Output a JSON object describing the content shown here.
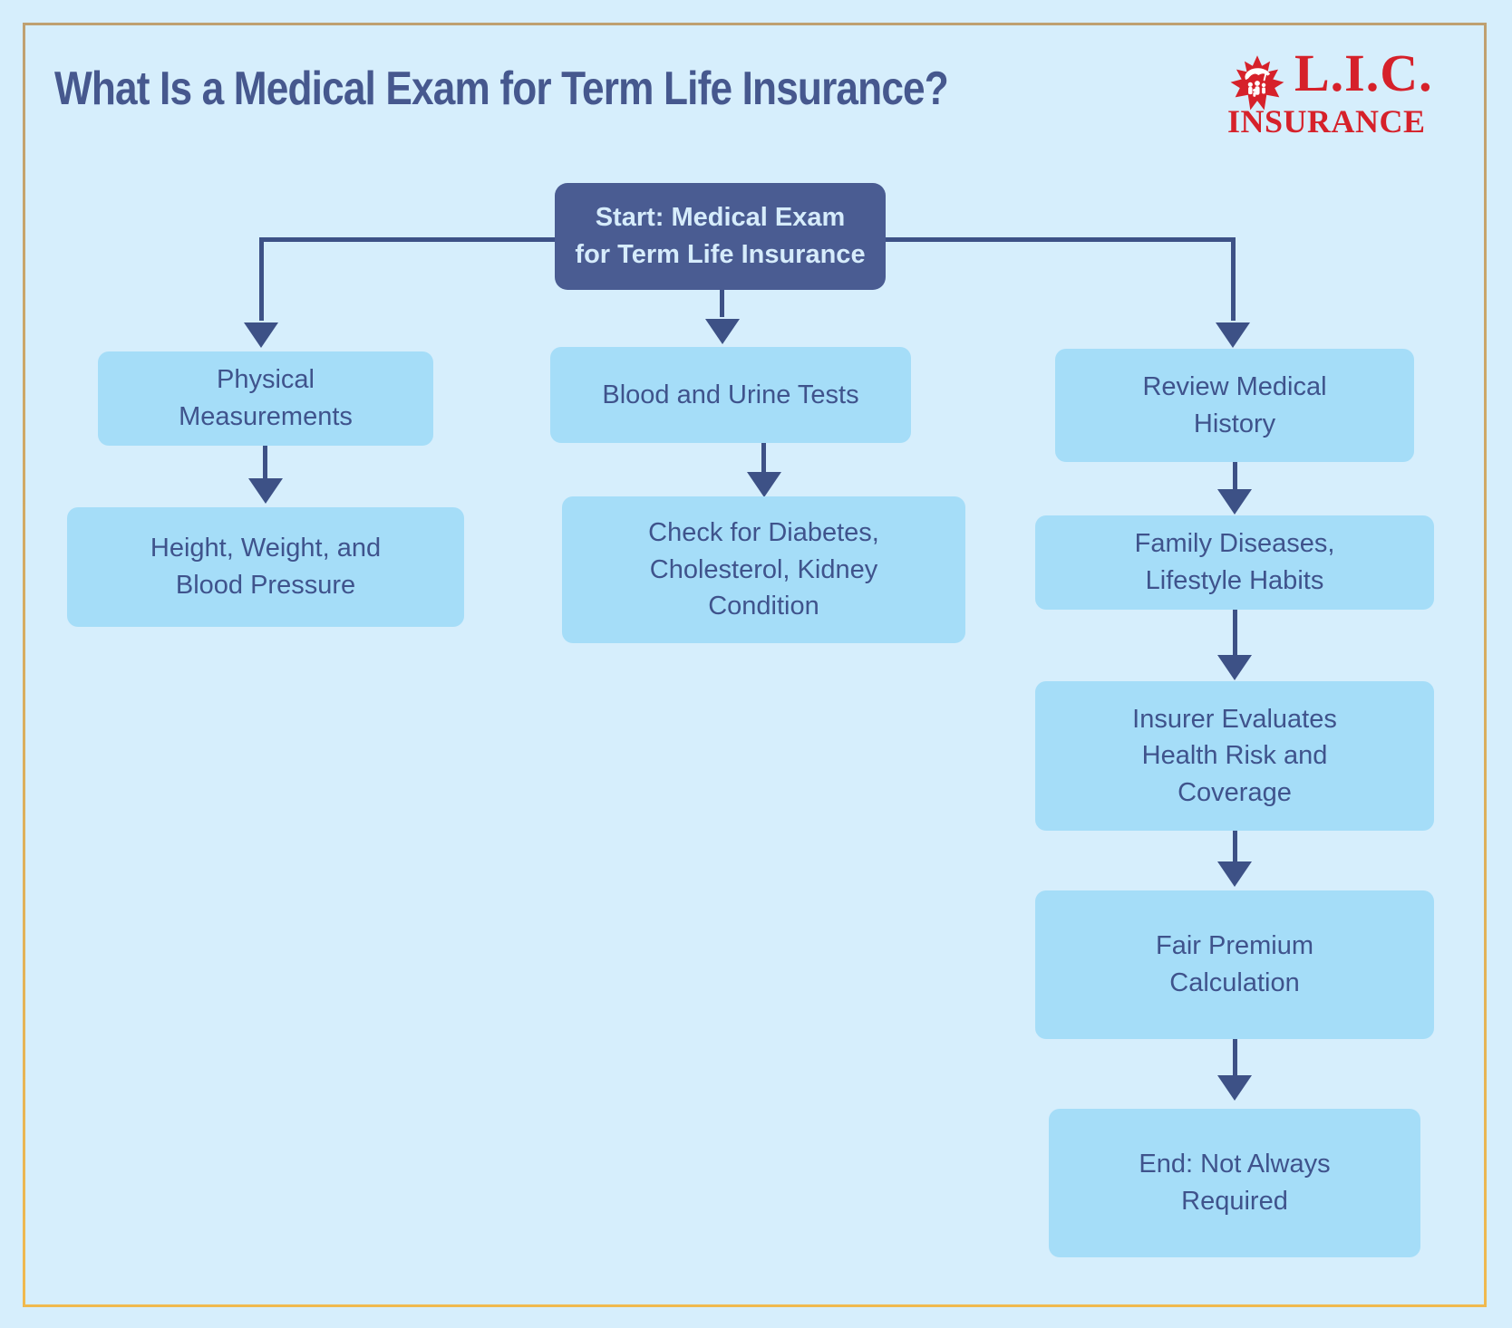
{
  "title": "What Is a Medical Exam for Term Life Insurance?",
  "logo": {
    "icon": "maple-leaf-family-umbrella",
    "acronym": "L.I.C.",
    "name": "INSURANCE"
  },
  "flow": {
    "start": "Start: Medical Exam\nfor Term Life Insurance",
    "left": [
      "Physical\nMeasurements",
      "Height, Weight, and\nBlood Pressure"
    ],
    "center": [
      "Blood and Urine Tests",
      "Check for Diabetes,\nCholesterol, Kidney\nCondition"
    ],
    "right": [
      "Review Medical\nHistory",
      "Family Diseases,\nLifestyle Habits",
      "Insurer Evaluates\nHealth Risk and\nCoverage",
      "Fair Premium\nCalculation",
      "End: Not Always\nRequired"
    ]
  },
  "colors": {
    "background": "#d6eefc",
    "frame_border_top": "#bfa070",
    "frame_border_bottom": "#f0b94e",
    "node_fill": "#a5ddf8",
    "node_text": "#3f538c",
    "start_fill": "#4a5c92",
    "start_text": "#d6ecfb",
    "arrow": "#3d5186",
    "title_text": "#46588e",
    "logo_red": "#d6212a"
  }
}
